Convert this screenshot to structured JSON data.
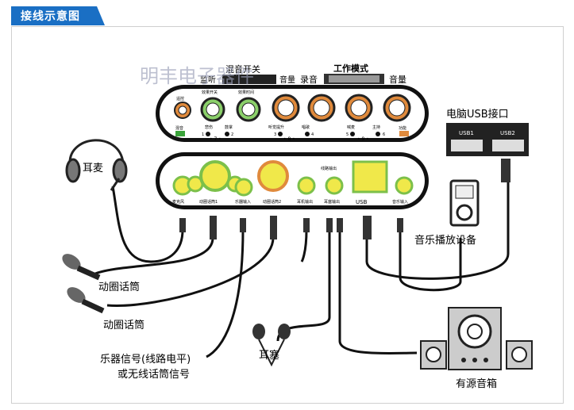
{
  "header": {
    "title": "接线示意图"
  },
  "watermark": "明丰电子器件",
  "top_panel": {
    "labels": {
      "monitor": "监听",
      "mix_switch": "混音开关",
      "volume_left": "音量",
      "record": "录音",
      "work_mode": "工作模式",
      "volume_right": "音量"
    },
    "knob_labels": [
      "效果开关",
      "效果时间",
      "遥控"
    ],
    "small_labels": [
      "混音",
      "悲伤",
      "鼓掌",
      "听觉提升",
      "唱歌",
      "喊麦",
      "主持",
      "功能"
    ],
    "group_nums": [
      "1",
      "2",
      "3",
      "4",
      "5",
      "6"
    ],
    "group_marks": [
      "• 7 •",
      "• 8 •",
      "• 9 •"
    ]
  },
  "bottom_panel": {
    "jack_labels": [
      "麦克风",
      "动圈话筒1",
      "乐器输入",
      "动圈话筒2",
      "耳机输出",
      "耳塞输出",
      "USB",
      "音乐输入"
    ],
    "line_out": "线路输出"
  },
  "callouts": {
    "headset": "耳麦",
    "mic1": "动圈话筒",
    "mic2": "动圈话筒",
    "instrument_line1": "乐器信号(线路电平)",
    "instrument_line2": "或无线话筒信号",
    "earbuds": "耳塞",
    "music_player": "音乐播放设备",
    "pc_usb": "电脑USB接口",
    "speakers": "有源音箱"
  },
  "pc_ports": [
    "USB1",
    "USB2"
  ],
  "colors": {
    "header_blue": "#1a6fc4",
    "knob_orange": "#e08a3c",
    "knob_green": "#8bd06a",
    "jack_yellow": "#f0e84a",
    "panel_black": "#111111"
  }
}
